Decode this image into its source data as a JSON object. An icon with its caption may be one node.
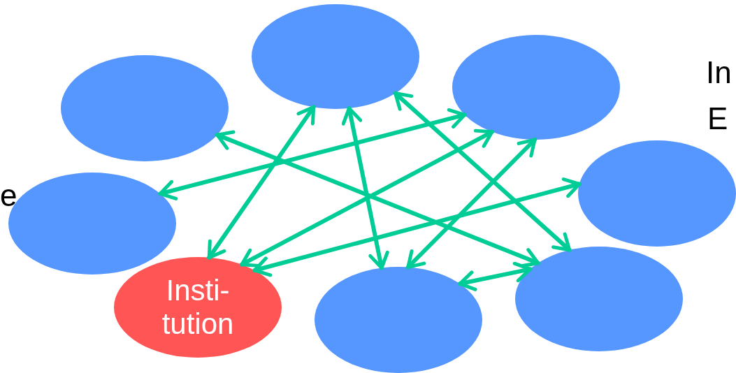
{
  "diagram": {
    "nodes": [
      {
        "text": [],
        "shape": "ellipse"
      },
      {
        "text": [],
        "shape": "ellipse"
      },
      {
        "text": [],
        "shape": "ellipse"
      },
      {
        "text": [],
        "shape": "ellipse"
      },
      {
        "text": [],
        "shape": "ellipse"
      },
      {
        "text": [
          "Insti- tution"
        ]
      },
      {
        "text": [],
        "shape": "ellipse"
      },
      {
        "text": [],
        "shape": "ellipse"
      }
    ],
    "edges": [
      {
        "from": 0,
        "to": 7,
        "arrow": "both"
      },
      {
        "from": 3,
        "to": 2,
        "arrow": "both"
      },
      {
        "from": 5,
        "to": 1,
        "arrow": "both"
      },
      {
        "from": 1,
        "to": 6,
        "arrow": "both"
      },
      {
        "from": 1,
        "to": 7,
        "arrow": "both"
      },
      {
        "from": 5,
        "to": 2,
        "arrow": "both"
      },
      {
        "from": 5,
        "to": 4,
        "arrow": "both"
      },
      {
        "from": 6,
        "to": 2,
        "arrow": "both"
      },
      {
        "from": 6,
        "to": 7,
        "arrow": "both"
      }
    ],
    "labels": [
      "In",
      "E",
      "e"
    ]
  }
}
